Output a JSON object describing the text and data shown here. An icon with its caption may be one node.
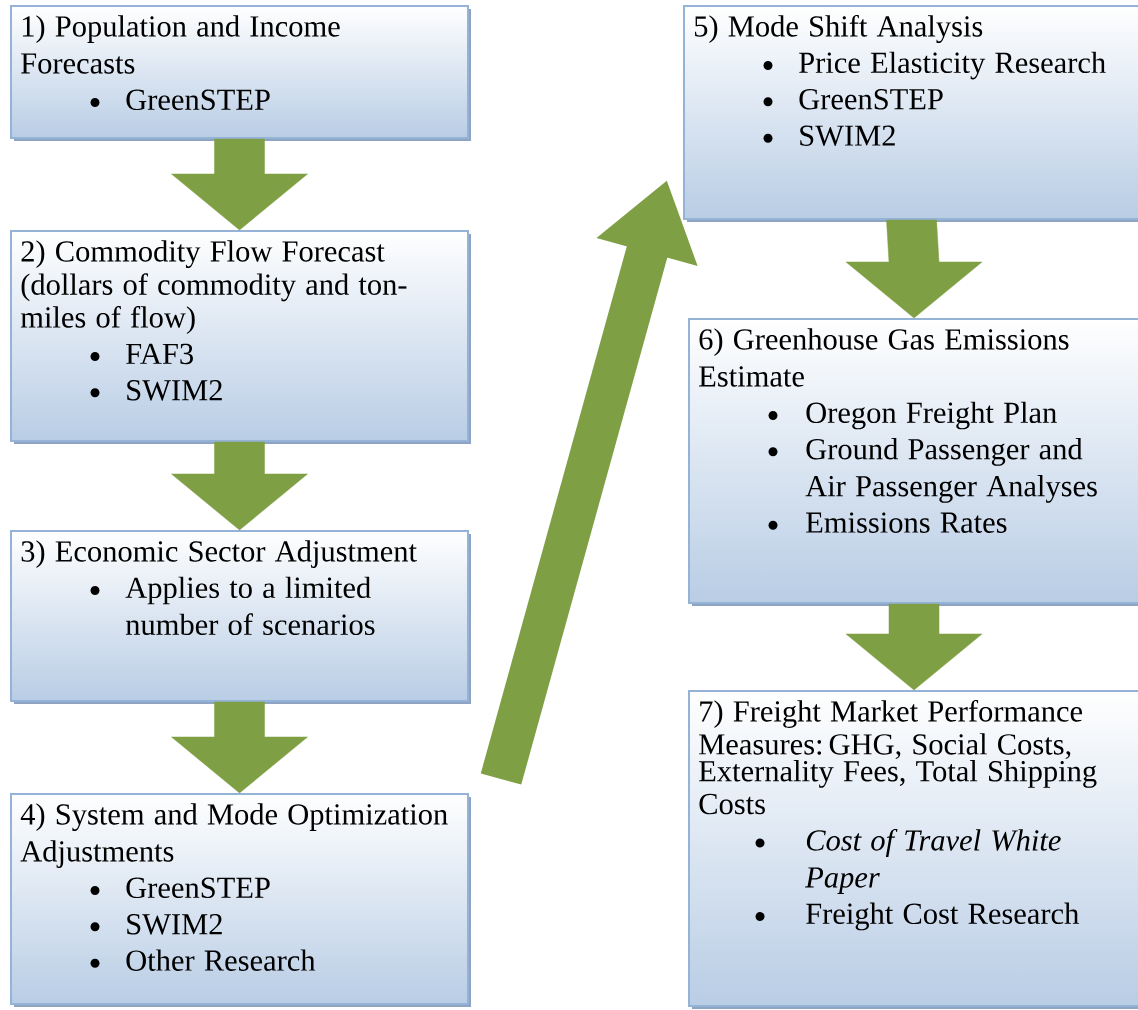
{
  "diagram": {
    "nodes": [
      {
        "text": [
          "1) Population and Income Forecasts",
          "GreenSTEP"
        ]
      },
      {
        "text": [
          "2) Commodity Flow Forecast (dollars of commodity and ton-miles of flow)",
          "FAF3",
          "SWIM2"
        ]
      },
      {
        "text": [
          "3) Economic Sector Adjustment",
          "Applies to a limited number of scenarios"
        ]
      },
      {
        "text": [
          "4) System and Mode Optimization Adjustments",
          "GreenSTEP",
          "SWIM2",
          "Other Research"
        ]
      },
      {
        "text": [
          "5) Mode Shift Analysis",
          "Price Elasticity Research",
          "GreenSTEP",
          "SWIM2"
        ]
      },
      {
        "text": [
          "6) Greenhouse Gas Emissions Estimate",
          "Oregon Freight Plan",
          "Ground Passenger and Air Passenger Analyses",
          "Emissions Rates"
        ]
      },
      {
        "text": [
          "7) Freight Market Performance Measures: GHG, Social Costs, Externality Fees, Total Shipping Costs",
          "Cost of Travel White Paper",
          "Freight Cost Research"
        ]
      }
    ],
    "edges": [
      {
        "from": 0,
        "to": 1,
        "arrow": "to"
      },
      {
        "from": 1,
        "to": 2,
        "arrow": "to"
      },
      {
        "from": 2,
        "to": 3,
        "arrow": "to"
      },
      {
        "from": 3,
        "to": 4,
        "arrow": "to"
      },
      {
        "from": 4,
        "to": 5,
        "arrow": "to"
      },
      {
        "from": 5,
        "to": 6,
        "arrow": "to"
      }
    ]
  }
}
